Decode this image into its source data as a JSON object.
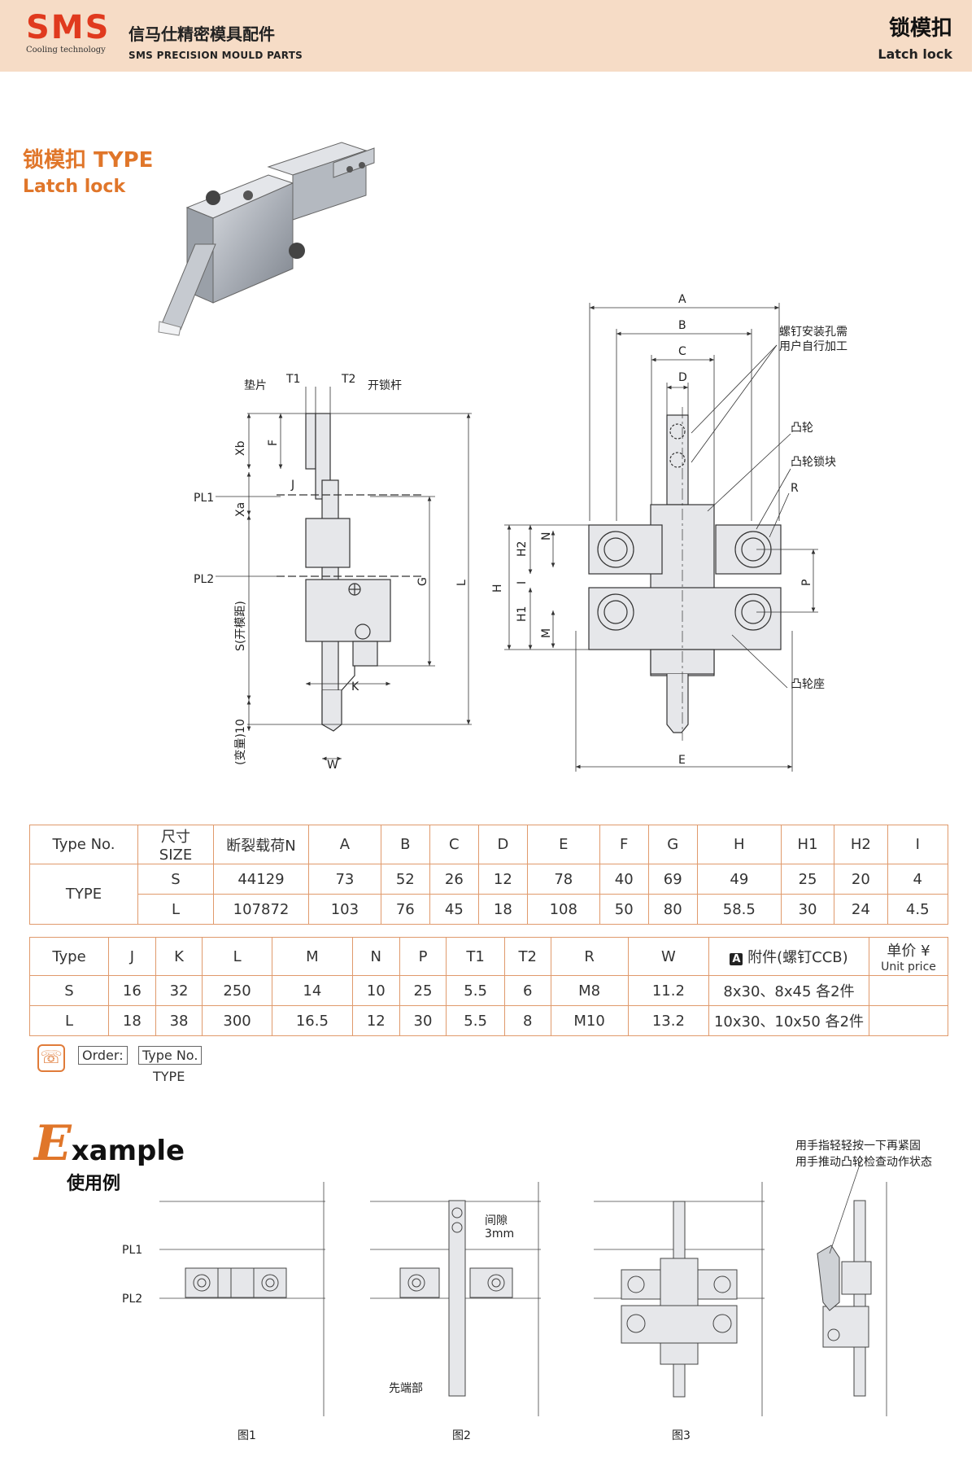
{
  "header": {
    "logo_text": "SMS",
    "logo_sub": "Cooling technology",
    "company_cn": "信马仕精密模具配件",
    "company_en": "SMS PRECISION MOULD PARTS",
    "title_cn": "锁模扣",
    "title_en": "Latch lock",
    "colors": {
      "band": "#f6dcc6",
      "logo": "#e03a1e",
      "accent": "#e0762a"
    }
  },
  "product": {
    "title_line1": "锁模扣  TYPE",
    "title_line2": "Latch lock"
  },
  "side_view": {
    "labels": {
      "pad": "垫片",
      "t1": "T1",
      "t2": "T2",
      "release_rod": "开锁杆",
      "xb": "Xb",
      "f": "F",
      "j": "J",
      "pl1": "PL1",
      "xa": "Xa",
      "pl2": "PL2",
      "s": "S(开模距)",
      "g": "G",
      "l": "L",
      "k": "K",
      "var": "(变量)10",
      "w": "W"
    }
  },
  "front_view": {
    "labels": {
      "a": "A",
      "b": "B",
      "c": "C",
      "d": "D",
      "e": "E",
      "h": "H",
      "h1": "H1",
      "h2": "H2",
      "n": "N",
      "i": "I",
      "m": "M",
      "p": "P",
      "r": "R",
      "screw_note_1": "螺钉安装孔需",
      "screw_note_2": "用户自行加工",
      "cam": "凸轮",
      "cam_lock": "凸轮锁块",
      "cam_seat": "凸轮座"
    }
  },
  "table1": {
    "headers": [
      "Type No.",
      "尺寸",
      "SIZE",
      "断裂载荷N",
      "A",
      "B",
      "C",
      "D",
      "E",
      "F",
      "G",
      "H",
      "H1",
      "H2",
      "I"
    ],
    "type_label": "TYPE",
    "rows": [
      [
        "S",
        "44129",
        "73",
        "52",
        "26",
        "12",
        "78",
        "40",
        "69",
        "49",
        "25",
        "20",
        "4"
      ],
      [
        "L",
        "107872",
        "103",
        "76",
        "45",
        "18",
        "108",
        "50",
        "80",
        "58.5",
        "30",
        "24",
        "4.5"
      ]
    ]
  },
  "table2": {
    "headers": [
      "Type",
      "J",
      "K",
      "L",
      "M",
      "N",
      "P",
      "T1",
      "T2",
      "R",
      "W",
      "A",
      "附件(螺钉CCB)",
      "单价 ¥",
      "Unit price"
    ],
    "rows": [
      [
        "S",
        "16",
        "32",
        "250",
        "14",
        "10",
        "25",
        "5.5",
        "6",
        "M8",
        "11.2",
        "8x30、8x45  各2件",
        ""
      ],
      [
        "L",
        "18",
        "38",
        "300",
        "16.5",
        "12",
        "30",
        "5.5",
        "8",
        "M10",
        "13.2",
        "10x30、10x50  各2件",
        ""
      ]
    ]
  },
  "order": {
    "label": "Order:",
    "type_no": "Type No.",
    "value": "TYPE"
  },
  "example": {
    "title_e": "E",
    "title_rest": "xample",
    "title_cn": "使用例",
    "pl1": "PL1",
    "pl2": "PL2",
    "gap_1": "间隙",
    "gap_2": "3mm",
    "tip": "先端部",
    "note_1": "用手指轻轻按一下再紧固",
    "note_2": "用手推动凸轮检查动作状态",
    "fig1": "图1",
    "fig2": "图2",
    "fig3": "图3"
  }
}
